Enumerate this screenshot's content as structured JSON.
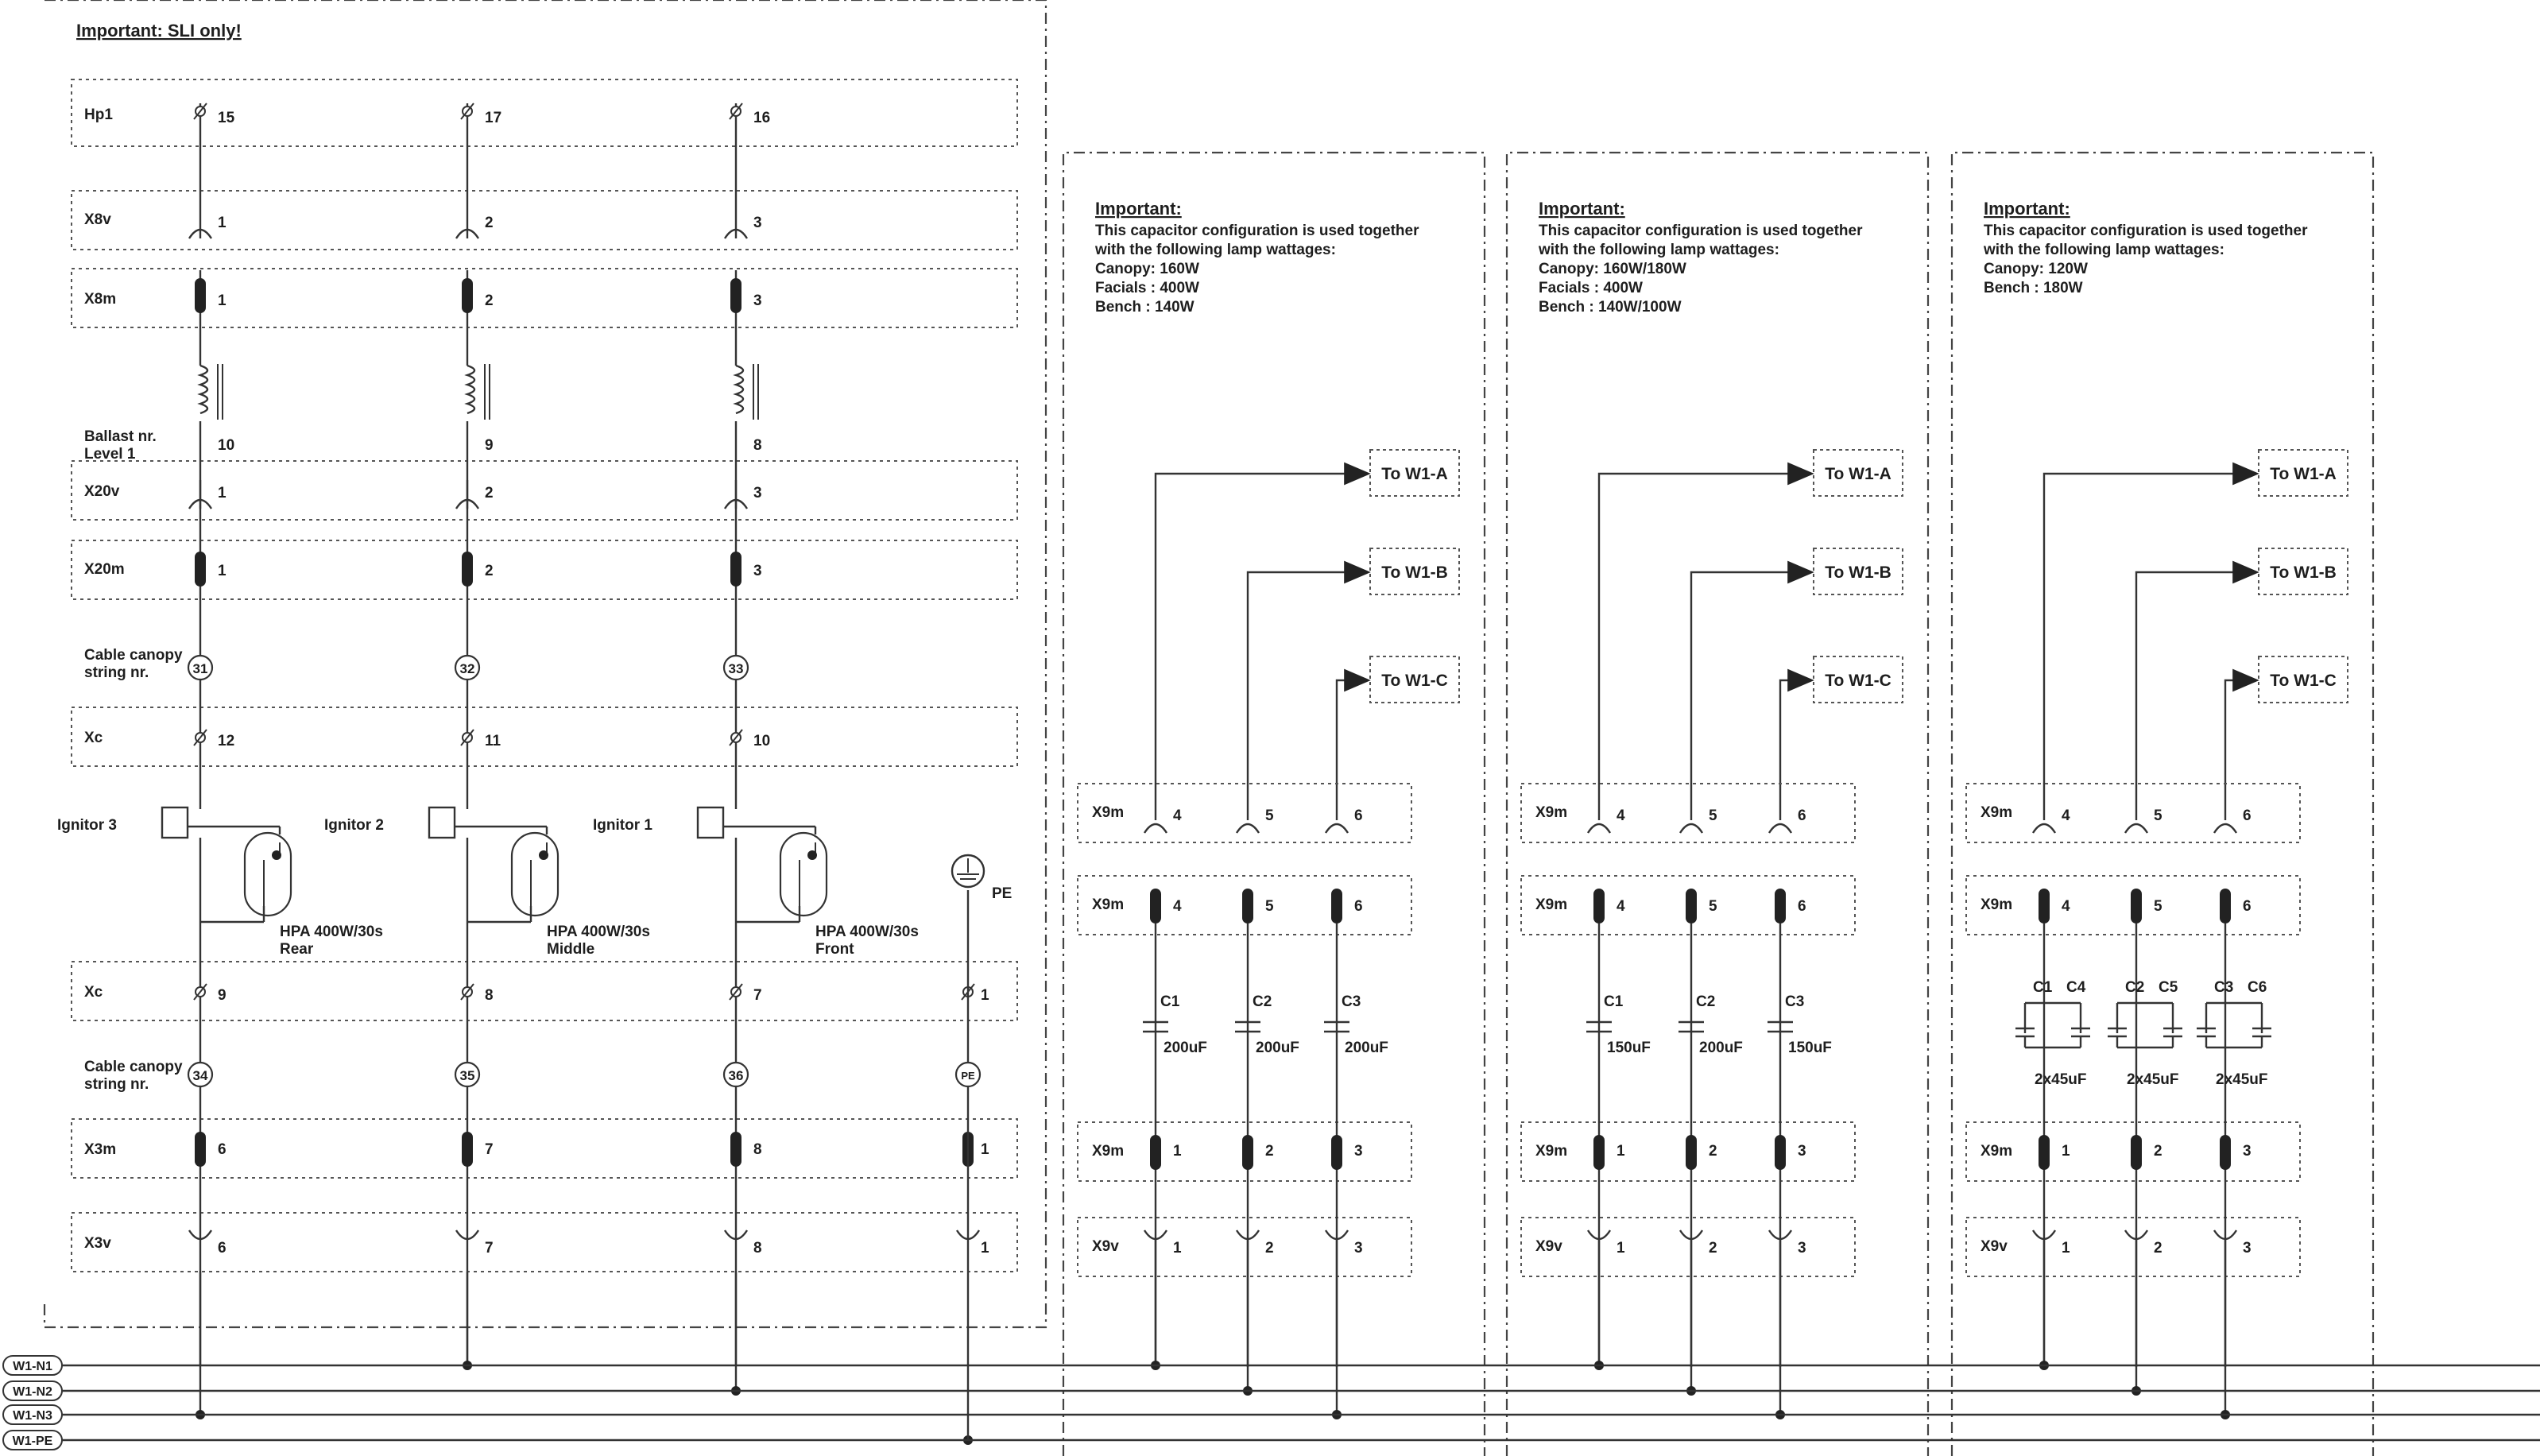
{
  "header": {
    "important_sli": "Important: SLI only!"
  },
  "main": {
    "rows": {
      "hp1": "Hp1",
      "x8v": "X8v",
      "x8m": "X8m",
      "ballast": "Ballast nr.",
      "level": "Level 1",
      "x20v": "X20v",
      "x20m": "X20m",
      "cable_canopy": "Cable canopy",
      "string_nr": "string nr.",
      "xc": "Xc",
      "x3m": "X3m",
      "x3v": "X3v"
    },
    "columns": [
      {
        "hp1": "15",
        "x8v": "1",
        "x8m": "1",
        "ballast": "10",
        "x20v": "1",
        "x20m": "1",
        "cable": "31",
        "xc": "12",
        "ignitor": "Ignitor 3",
        "lamp": "HPA 400W/30s",
        "pos": "Rear",
        "xc2": "9",
        "cable2": "34",
        "x3m": "6",
        "x3v": "6"
      },
      {
        "hp1": "17",
        "x8v": "2",
        "x8m": "2",
        "ballast": "9",
        "x20v": "2",
        "x20m": "2",
        "cable": "32",
        "xc": "11",
        "ignitor": "Ignitor 2",
        "lamp": "HPA 400W/30s",
        "pos": "Middle",
        "xc2": "8",
        "cable2": "35",
        "x3m": "7",
        "x3v": "7"
      },
      {
        "hp1": "16",
        "x8v": "3",
        "x8m": "3",
        "ballast": "8",
        "x20v": "3",
        "x20m": "3",
        "cable": "33",
        "xc": "10",
        "ignitor": "Ignitor 1",
        "lamp": "HPA 400W/30s",
        "pos": "Front",
        "xc2": "7",
        "cable2": "36",
        "x3m": "8",
        "x3v": "8"
      }
    ],
    "pe": {
      "label": "PE",
      "xc": "1",
      "cable": "PE",
      "x3m": "1",
      "x3v": "1"
    }
  },
  "panels": [
    {
      "important": "Important:",
      "line1": "This capacitor configuration is used together",
      "line2": "with the following lamp wattages:",
      "canopy": "Canopy: 160W",
      "facials": "Facials : 400W",
      "bench": "Bench  : 140W",
      "caps": [
        {
          "name": "C1",
          "val": "200uF"
        },
        {
          "name": "C2",
          "val": "200uF"
        },
        {
          "name": "C3",
          "val": "200uF"
        }
      ]
    },
    {
      "important": "Important:",
      "line1": "This capacitor configuration is used together",
      "line2": "with the following lamp wattages:",
      "canopy": "Canopy: 160W/180W",
      "facials": "Facials : 400W",
      "bench": "Bench  : 140W/100W",
      "caps": [
        {
          "name": "C1",
          "val": "150uF"
        },
        {
          "name": "C2",
          "val": "200uF"
        },
        {
          "name": "C3",
          "val": "150uF"
        }
      ]
    },
    {
      "important": "Important:",
      "line1": "This capacitor configuration is used together",
      "line2": "with the following lamp wattages:",
      "canopy": "Canopy: 120W",
      "bench": "Bench  : 180W",
      "caps": [
        {
          "name": "C1",
          "name2": "C4",
          "val": "2x45uF"
        },
        {
          "name": "C2",
          "name2": "C5",
          "val": "2x45uF"
        },
        {
          "name": "C3",
          "name2": "C6",
          "val": "2x45uF"
        }
      ]
    }
  ],
  "panel_common": {
    "to_a": "To W1-A",
    "to_b": "To W1-B",
    "to_c": "To W1-C",
    "x9m": "X9m",
    "x9v": "X9v",
    "top_nums": [
      "4",
      "5",
      "6"
    ],
    "bottom_nums": [
      "1",
      "2",
      "3"
    ]
  },
  "bus": [
    "W1-N1",
    "W1-N2",
    "W1-N3",
    "W1-PE"
  ]
}
